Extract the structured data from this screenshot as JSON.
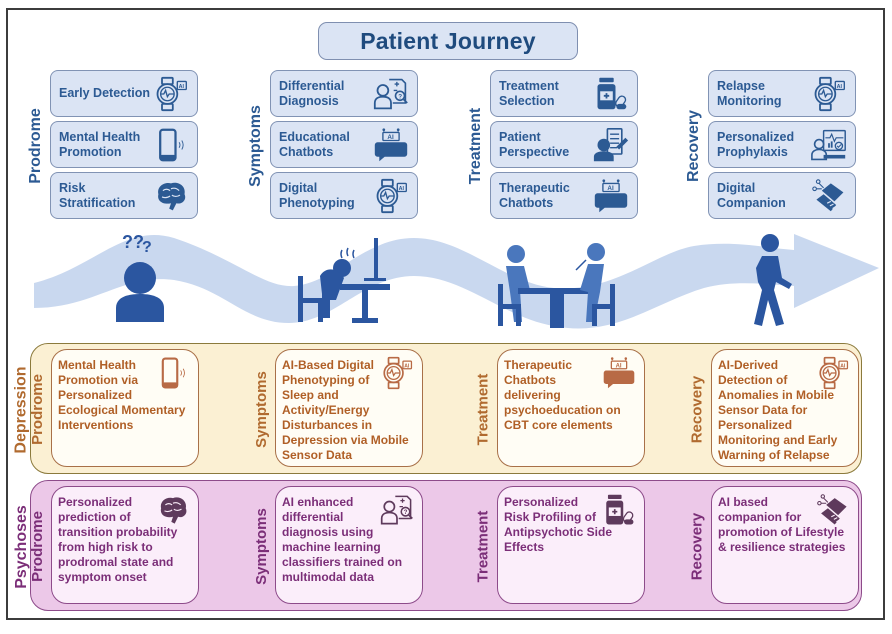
{
  "title": "Patient Journey",
  "colors": {
    "blue_text": "#2c5a93",
    "blue_fill": "#dbe4f4",
    "wave": "#c9d8ef",
    "figure": "#2b56a0",
    "depression_band": "#fbf0d3",
    "depression_text": "#b06a2f",
    "psychoses_band": "#ecc8e8",
    "psychoses_text": "#7b2e78"
  },
  "stages": [
    {
      "label": "Prodrome",
      "cards": [
        {
          "label": "Early Detection",
          "icon": "smartwatch-ai-icon"
        },
        {
          "label": "Mental Health Promotion",
          "icon": "smartphone-icon"
        },
        {
          "label": "Risk Stratification",
          "icon": "brain-icon"
        }
      ]
    },
    {
      "label": "Symptoms",
      "cards": [
        {
          "label": "Differential Diagnosis",
          "icon": "patient-diagnosis-icon"
        },
        {
          "label": "Educational Chatbots",
          "icon": "ai-chatbot-icon"
        },
        {
          "label": "Digital Phenotyping",
          "icon": "smartwatch-ai-icon"
        }
      ]
    },
    {
      "label": "Treatment",
      "cards": [
        {
          "label": "Treatment Selection",
          "icon": "medication-icon"
        },
        {
          "label": "Patient Perspective",
          "icon": "patient-clipboard-icon"
        },
        {
          "label": "Therapeutic Chatbots",
          "icon": "ai-chatbot-icon"
        }
      ]
    },
    {
      "label": "Recovery",
      "cards": [
        {
          "label": "Relapse Monitoring",
          "icon": "smartwatch-ai-icon"
        },
        {
          "label": "Personalized Prophylaxis",
          "icon": "person-analytics-icon"
        },
        {
          "label": "Digital Companion",
          "icon": "robot-handshake-icon"
        }
      ]
    }
  ],
  "journey_figures": [
    {
      "name": "confused-person-icon"
    },
    {
      "name": "distressed-person-at-desk-icon"
    },
    {
      "name": "therapy-session-icon"
    },
    {
      "name": "walking-person-icon"
    }
  ],
  "disorders": [
    {
      "label": "Depression",
      "stages": [
        {
          "label": "Prodrome",
          "text": "Mental Health Promotion via Personalized Ecological Momentary Interventions",
          "icon": "smartphone-icon"
        },
        {
          "label": "Symptoms",
          "text": "AI-Based Digital Phenotyping of Sleep and Activity/Energy Disturbances in Depression via Mobile Sensor Data",
          "icon": "smartwatch-ai-icon"
        },
        {
          "label": "Treatment",
          "text": "Therapeutic Chatbots delivering psychoeducation on CBT core elements",
          "icon": "ai-chatbot-icon"
        },
        {
          "label": "Recovery",
          "text": "AI-Derived Detection of Anomalies in Mobile Sensor Data for Personalized Monitoring and Early Warning of Relapse",
          "icon": "smartwatch-ai-icon"
        }
      ]
    },
    {
      "label": "Psychoses",
      "stages": [
        {
          "label": "Prodrome",
          "text": "Personalized prediction of transition probability from high risk to prodromal state and symptom onset",
          "icon": "brain-icon"
        },
        {
          "label": "Symptoms",
          "text": "AI enhanced differential diagnosis using machine learning classifiers trained on multimodal data",
          "icon": "patient-diagnosis-icon"
        },
        {
          "label": "Treatment",
          "text": "Personalized Risk Profiling of Antipsychotic Side Effects",
          "icon": "medication-icon"
        },
        {
          "label": "Recovery",
          "text": "AI based companion for promotion of Lifestyle & resilience strategies",
          "icon": "robot-handshake-icon"
        }
      ]
    }
  ]
}
